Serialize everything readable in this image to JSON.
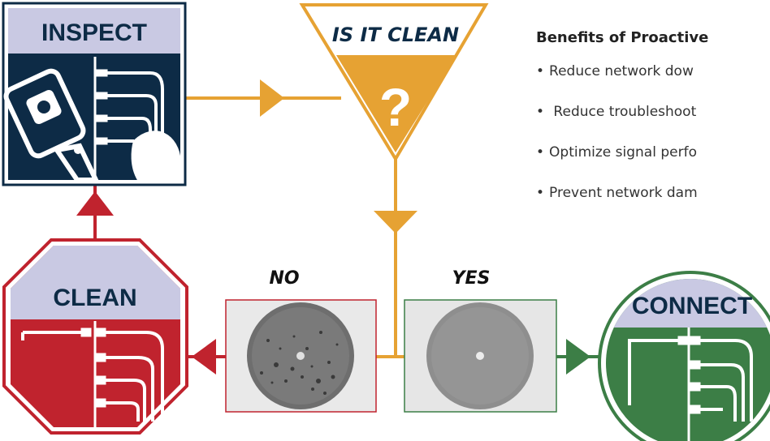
{
  "steps": {
    "inspect": {
      "label": "INSPECT",
      "color": "#0d2b46",
      "header_color": "#c9c9e3"
    },
    "question": {
      "label": "IS IT CLEAN",
      "symbol": "?",
      "color": "#e6a233"
    },
    "clean": {
      "label": "CLEAN",
      "color": "#c0232e"
    },
    "connect": {
      "label": "CONNECT",
      "color": "#3c7e46"
    }
  },
  "branches": {
    "no_label": "NO",
    "yes_label": "YES"
  },
  "benefits": {
    "title": "Benefits of Proactive",
    "items": [
      "Reduce network dow",
      " Reduce troubleshoot",
      "Optimize signal perfo",
      "Prevent network dam"
    ],
    "bullet": "•"
  },
  "images": {
    "dirty": "dirty fiber end-face",
    "clean": "clean fiber end-face"
  }
}
